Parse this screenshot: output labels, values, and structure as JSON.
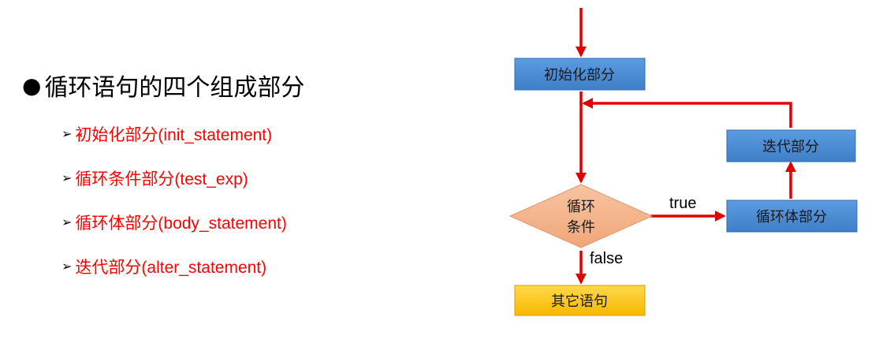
{
  "heading": {
    "bullet": "●",
    "text": "循环语句的四个组成部分"
  },
  "parts": [
    {
      "marker": "➢",
      "text": "初始化部分(init_statement)"
    },
    {
      "marker": "➢",
      "text": "循环条件部分(test_exp)"
    },
    {
      "marker": "➢",
      "text": "循环体部分(body_statement)"
    },
    {
      "marker": "➢",
      "text": "迭代部分(alter_statement)"
    }
  ],
  "flow": {
    "init": "初始化部分",
    "iterate": "迭代部分",
    "condition_line1": "循环",
    "condition_line2": "条件",
    "body": "循环体部分",
    "other": "其它语句",
    "true_label": "true",
    "false_label": "false"
  },
  "colors": {
    "arrow": "#e00000",
    "box_blue": "#4a8ad4",
    "diamond": "#f4b38c",
    "box_yellow": "#ffc800",
    "bullet_text": "#ff0000"
  }
}
